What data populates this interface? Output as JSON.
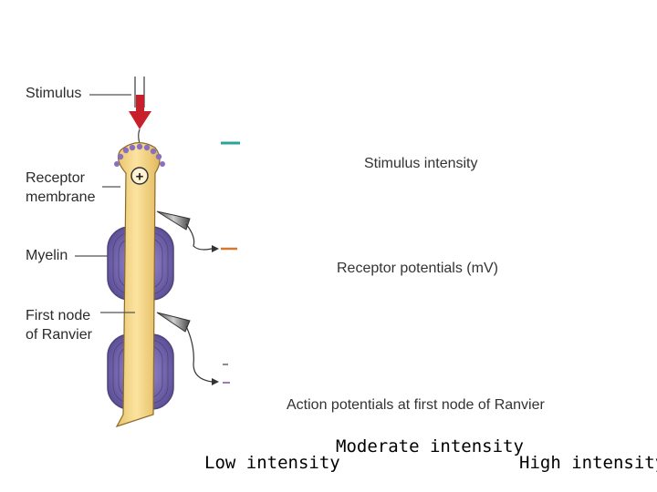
{
  "labels": {
    "stimulus": "Stimulus",
    "receptor_membrane_line1": "Receptor",
    "receptor_membrane_line2": "membrane",
    "myelin": "Myelin",
    "first_node_line1": "First node",
    "first_node_line2": "of Ranvier",
    "plus_sign": "+"
  },
  "graph_labels": {
    "stimulus_intensity": "Stimulus intensity",
    "receptor_potentials": "Receptor potentials (mV)",
    "action_potentials": "Action potentials at first node of Ranvier"
  },
  "intensity_labels": {
    "low": "Low intensity",
    "moderate": "Moderate intensity",
    "high": "High intensity"
  },
  "colors": {
    "axon": "#f6d98b",
    "axon_outline": "#8a6a2a",
    "myelin": "#7d6fb8",
    "myelin_dark": "#4e437f",
    "arrow": "#c8202a",
    "marker_teal": "#2aa39a",
    "marker_orange": "#d9782d",
    "marker_purple": "#a57ab8"
  }
}
